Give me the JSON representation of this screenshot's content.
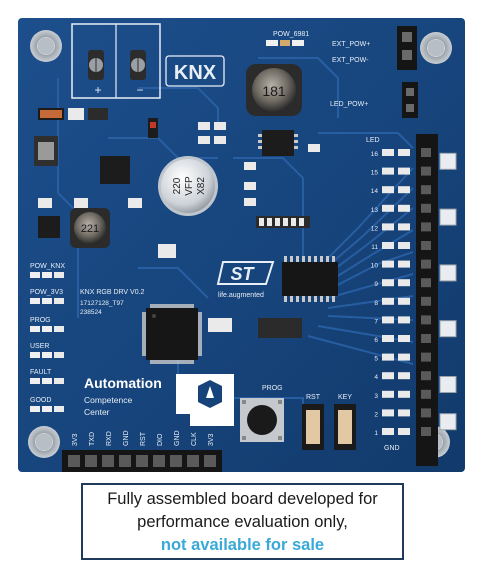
{
  "board": {
    "logo": "KNX",
    "terminal_plus": "+",
    "terminal_minus": "−",
    "pow_label": "POW_6981",
    "ext_pow_plus": "EXT_POW+",
    "ext_pow_minus": "EXT_POW-",
    "led_pow_plus": "LED_POW+",
    "inductor_large": "181",
    "inductor_small": "221",
    "cap_line1": "220",
    "cap_line2": "VFP",
    "cap_line3": "X82",
    "st_tagline": "life.augmented",
    "board_name": "KNX RGB DRV V0.2",
    "serial_1": "17127128_T97",
    "serial_2": "238524",
    "side_labels": [
      "POW_KNX",
      "POW_3V3",
      "PROG",
      "USER",
      "FAULT",
      "GOOD"
    ],
    "automation_title": "Automation",
    "automation_sub1": "Competence",
    "automation_sub2": "Center",
    "prog_label": "PROG",
    "rst_label": "RST",
    "key_label": "KEY",
    "bottom_pins": [
      "3V3",
      "TXD",
      "RXD",
      "GND",
      "RST",
      "DIO",
      "GND",
      "CLK",
      "3V3"
    ],
    "led_header": "LED",
    "led_numbers": [
      "16",
      "15",
      "14",
      "13",
      "12",
      "11",
      "10",
      "9",
      "8",
      "7",
      "6",
      "5",
      "4",
      "3",
      "2",
      "1"
    ],
    "gnd_label": "GND"
  },
  "notice": {
    "line1": "Fully assembled board developed for",
    "line2": "performance evaluation only,",
    "line3": "not available for sale"
  },
  "colors": {
    "pcb": "#16437a",
    "trace": "#2a62a6",
    "silk": "#e8eef6",
    "accent": "#39a9d8",
    "border": "#1f3a5a"
  }
}
